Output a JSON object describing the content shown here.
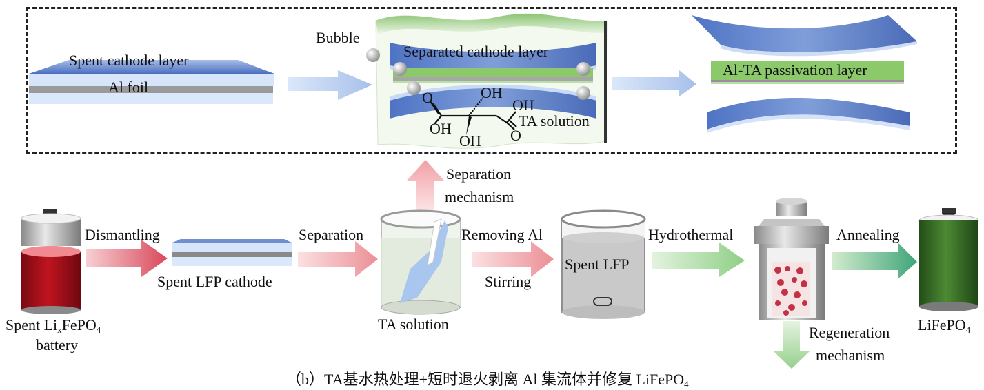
{
  "figure": {
    "caption_prefix": "（b）",
    "caption_main": "TA基水热处理+短时退火剥离 Al 集流体并修复 LiFePO",
    "caption_sub": "4"
  },
  "mechanism_panel": {
    "left_stack": {
      "top_label": "Spent cathode layer",
      "middle_label": "Al foil"
    },
    "middle_stack": {
      "bubble_label": "Bubble",
      "layer_label": "Separated cathode layer",
      "solution_label": "TA solution",
      "molecule": {
        "atoms": [
          "O",
          "OH",
          "OH",
          "OH",
          "OH",
          "O"
        ]
      }
    },
    "right_stack": {
      "layer_label": "Al-TA passivation layer"
    }
  },
  "process_flow": {
    "steps": [
      {
        "id": "spent-battery",
        "label_line1": "Spent Li",
        "label_sub_x": "x",
        "label_mid": "FePO",
        "label_sub_4": "4",
        "label_line2": "battery"
      },
      {
        "id": "spent-lfp-cathode",
        "label": "Spent LFP cathode"
      },
      {
        "id": "ta-solution",
        "label": "TA solution"
      },
      {
        "id": "spent-lfp",
        "label": "Spent LFP"
      },
      {
        "id": "autoclave",
        "label": ""
      },
      {
        "id": "lifepo4-battery",
        "label_main": "LiFePO",
        "label_sub": "4"
      }
    ],
    "arrows": [
      {
        "id": "dismantling",
        "label": "Dismantling",
        "color": "#d9485a"
      },
      {
        "id": "separation",
        "label": "Separation",
        "color": "#e87d86"
      },
      {
        "id": "removing-al",
        "label_top": "Removing Al",
        "label_bottom": "Stirring",
        "color": "#ee8f95"
      },
      {
        "id": "hydrothermal",
        "label": "Hydrothermal",
        "color": "#8fcf86"
      },
      {
        "id": "annealing",
        "label": "Annealing",
        "color": "#5dbb5b"
      }
    ],
    "branch_arrows": [
      {
        "id": "separation-mechanism",
        "label_line1": "Separation",
        "label_line2": "mechanism",
        "direction": "up",
        "color": "#f4a7ab"
      },
      {
        "id": "regeneration-mechanism",
        "label_line1": "Regeneration",
        "label_line2": "mechanism",
        "direction": "down",
        "color": "#9ed394"
      }
    ]
  },
  "colors": {
    "cathode_blue": "#4a6fc0",
    "light_blue": "#d7e5fb",
    "al_gray": "#9a9a9a",
    "passivation_green": "#8cc96b",
    "battery_red": "#b3101e",
    "battery_green": "#3f7a2c"
  }
}
